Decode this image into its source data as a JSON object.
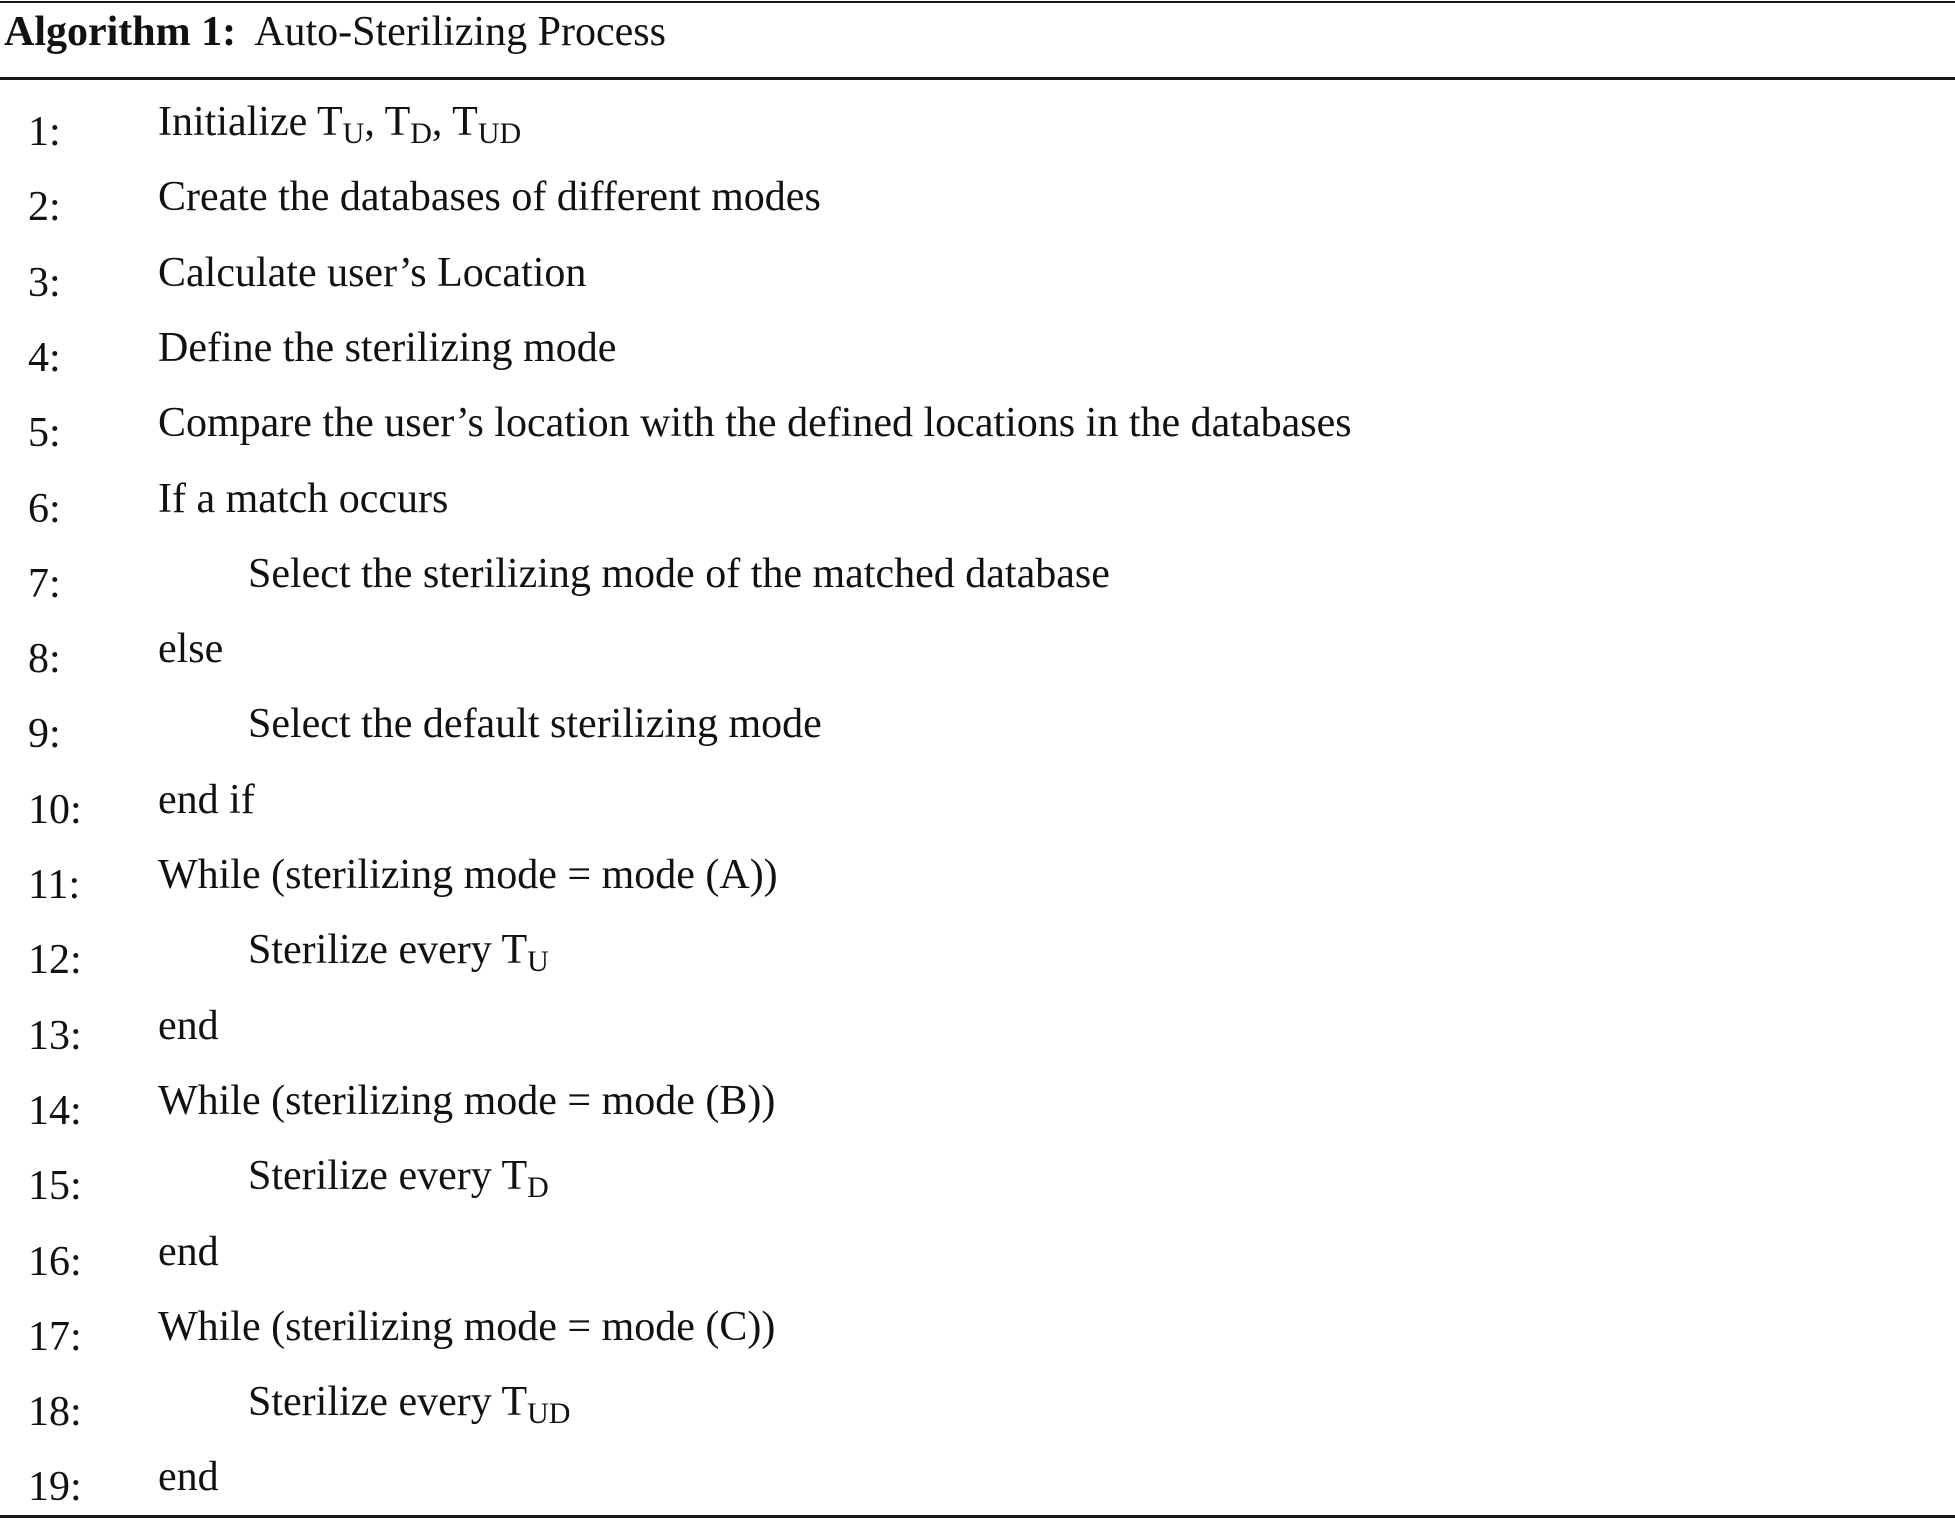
{
  "algorithm": {
    "label": "Algorithm 1:",
    "title": "Auto-Sterilizing Process",
    "lines": [
      {
        "num": "1:",
        "indent": 0,
        "parts": [
          {
            "t": "Initialize T"
          },
          {
            "sub": "U"
          },
          {
            "t": ", T"
          },
          {
            "sub": "D"
          },
          {
            "t": ", T"
          },
          {
            "sub": "UD"
          }
        ]
      },
      {
        "num": "2:",
        "indent": 0,
        "parts": [
          {
            "t": "Create the databases of different modes"
          }
        ]
      },
      {
        "num": "3:",
        "indent": 0,
        "parts": [
          {
            "t": "Calculate user’s Location"
          }
        ]
      },
      {
        "num": "4:",
        "indent": 0,
        "parts": [
          {
            "t": "Define the sterilizing mode"
          }
        ]
      },
      {
        "num": "5:",
        "indent": 0,
        "parts": [
          {
            "t": "Compare the user’s location with the defined locations in the databases"
          }
        ]
      },
      {
        "num": "6:",
        "indent": 0,
        "parts": [
          {
            "t": "If a match occurs"
          }
        ]
      },
      {
        "num": "7:",
        "indent": 1,
        "parts": [
          {
            "t": "Select the sterilizing mode of the matched database"
          }
        ]
      },
      {
        "num": "8:",
        "indent": 0,
        "parts": [
          {
            "t": "else"
          }
        ]
      },
      {
        "num": "9:",
        "indent": 1,
        "parts": [
          {
            "t": "Select the default sterilizing mode"
          }
        ]
      },
      {
        "num": "10:",
        "indent": 0,
        "parts": [
          {
            "t": "end if"
          }
        ]
      },
      {
        "num": "11:",
        "indent": 0,
        "parts": [
          {
            "t": "While (sterilizing mode = mode (A))"
          }
        ]
      },
      {
        "num": "12:",
        "indent": 1,
        "parts": [
          {
            "t": "Sterilize every T"
          },
          {
            "sub": "U"
          }
        ]
      },
      {
        "num": "13:",
        "indent": 0,
        "parts": [
          {
            "t": "end"
          }
        ]
      },
      {
        "num": "14:",
        "indent": 0,
        "parts": [
          {
            "t": "While (sterilizing mode = mode (B))"
          }
        ]
      },
      {
        "num": "15:",
        "indent": 1,
        "parts": [
          {
            "t": "Sterilize every T"
          },
          {
            "sub": "D"
          }
        ]
      },
      {
        "num": "16:",
        "indent": 0,
        "parts": [
          {
            "t": "end"
          }
        ]
      },
      {
        "num": "17:",
        "indent": 0,
        "parts": [
          {
            "t": "While (sterilizing mode = mode (C))"
          }
        ]
      },
      {
        "num": "18:",
        "indent": 1,
        "parts": [
          {
            "t": "Sterilize every T"
          },
          {
            "sub": "UD"
          }
        ]
      },
      {
        "num": "19:",
        "indent": 0,
        "parts": [
          {
            "t": "end"
          }
        ]
      }
    ]
  }
}
